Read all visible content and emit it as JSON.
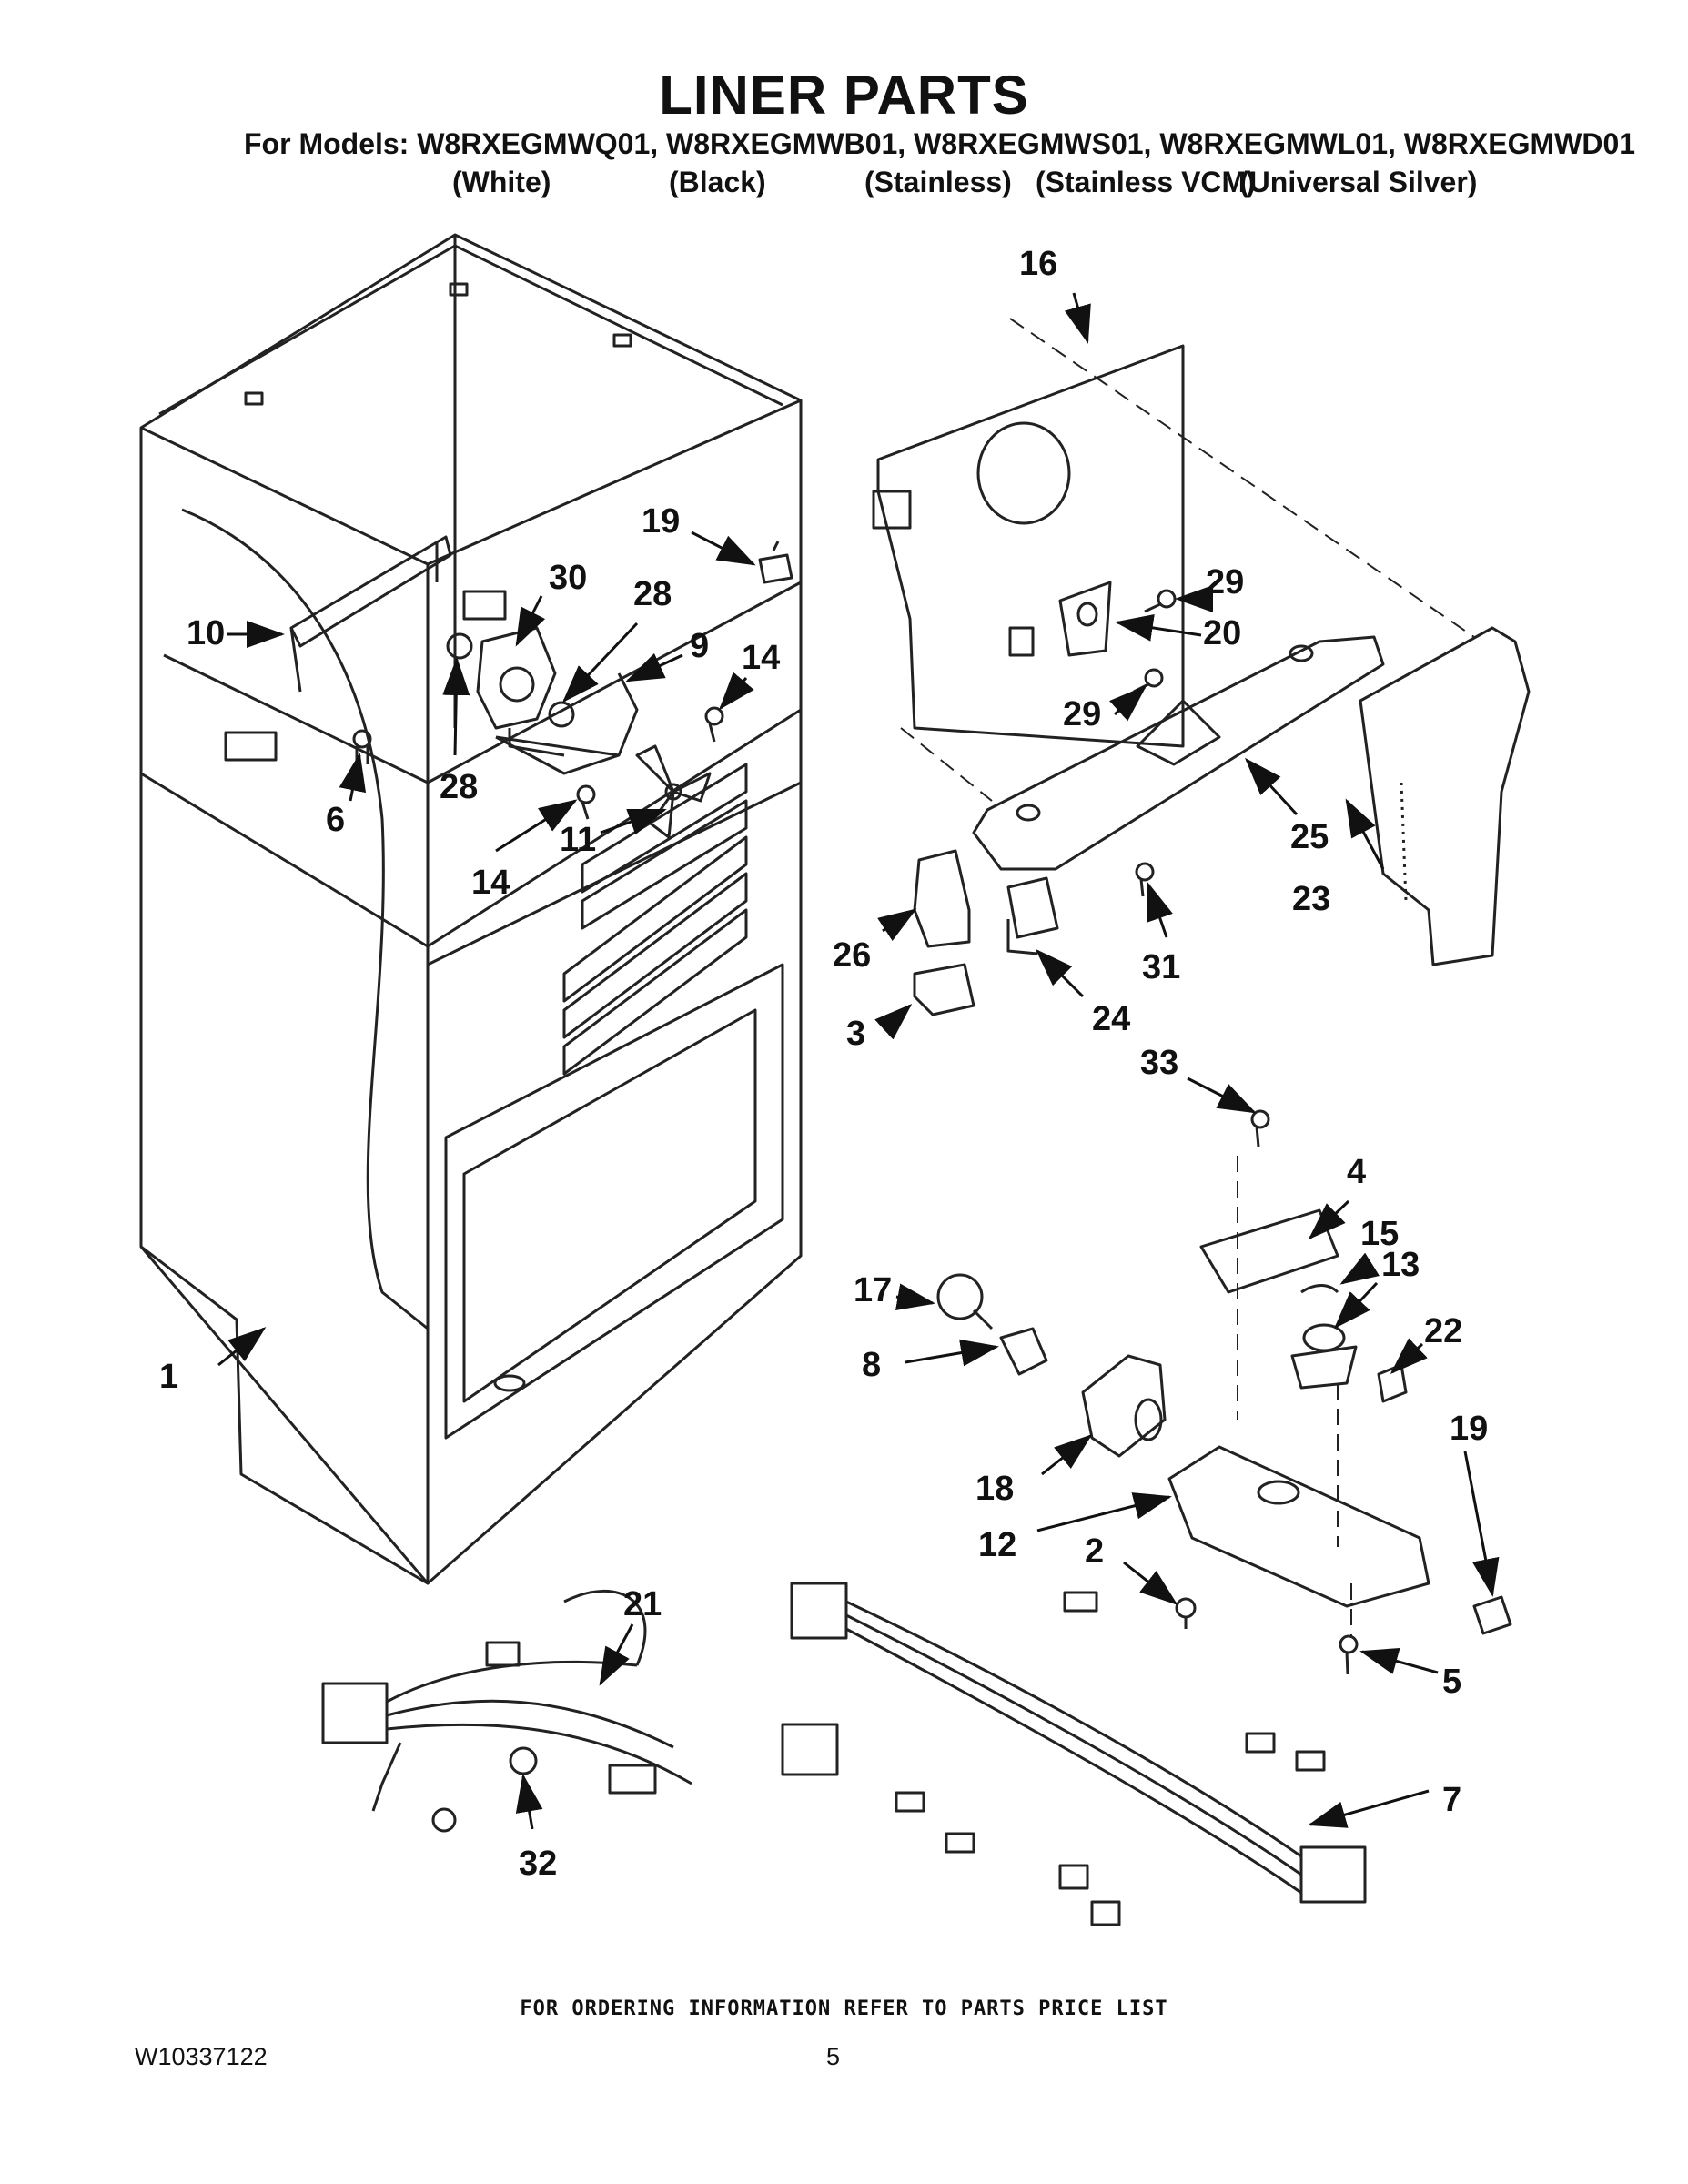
{
  "header": {
    "title": "LINER PARTS",
    "models_line": "For Models: W8RXEGMWQ01, W8RXEGMWB01, W8RXEGMWS01, W8RXEGMWL01, W8RXEGMWD01",
    "colors": [
      "(White)",
      "(Black)",
      "(Stainless)",
      "(Stainless VCM)",
      "(Universal Silver)"
    ]
  },
  "callouts": {
    "c1": "1",
    "c2": "2",
    "c3": "3",
    "c4": "4",
    "c5": "5",
    "c6": "6",
    "c7": "7",
    "c8": "8",
    "c9": "9",
    "c10": "10",
    "c11": "11",
    "c12": "12",
    "c13": "13",
    "c14a": "14",
    "c14b": "14",
    "c15": "15",
    "c16": "16",
    "c17": "17",
    "c18": "18",
    "c19a": "19",
    "c19b": "19",
    "c20": "20",
    "c21": "21",
    "c22": "22",
    "c23": "23",
    "c24": "24",
    "c25": "25",
    "c26": "26",
    "c28a": "28",
    "c28b": "28",
    "c29a": "29",
    "c29b": "29",
    "c30": "30",
    "c31": "31",
    "c32": "32",
    "c33": "33"
  },
  "footer": {
    "ordering_note": "FOR ORDERING INFORMATION REFER TO PARTS PRICE LIST",
    "doc_number": "W10337122",
    "page_number": "5"
  }
}
